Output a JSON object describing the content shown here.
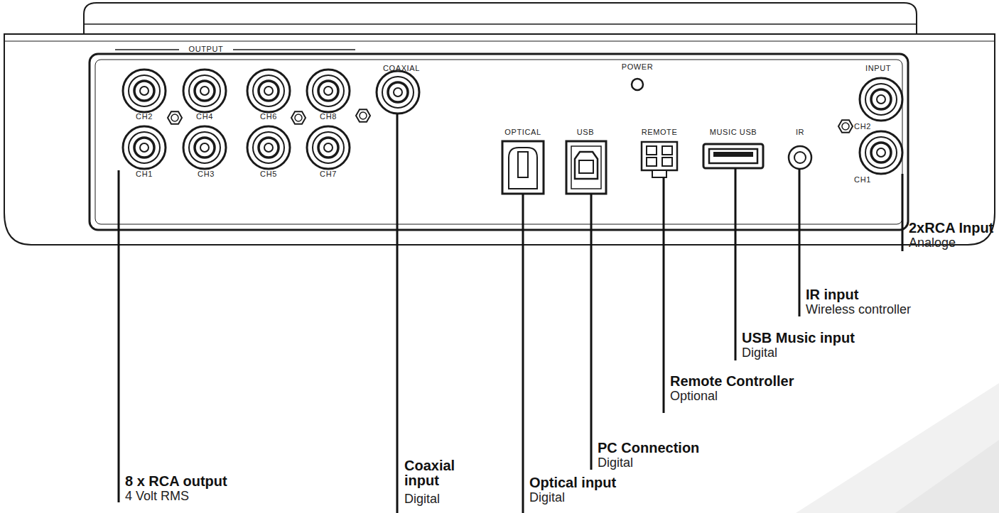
{
  "diagram": {
    "labels": [
      "OUTPUT",
      "COAXIAL",
      "POWER",
      "INPUT",
      "CH2",
      "CH4",
      "CH6",
      "CH8",
      "CH1",
      "CH3",
      "CH5",
      "CH7",
      "OPTICAL",
      "USB",
      "REMOTE",
      "MUSIC USB",
      "IR",
      "CH2",
      "CH1",
      "8 x RCA output",
      "4 Volt RMS",
      "Coaxial input",
      "Digital",
      "Optical input",
      "Digital",
      "PC Connection",
      "Digital",
      "Remote Controller",
      "Optional",
      "USB Music input",
      "Digital",
      "IR input",
      "Wireless controller",
      "2xRCA Input",
      "Analoge"
    ]
  }
}
